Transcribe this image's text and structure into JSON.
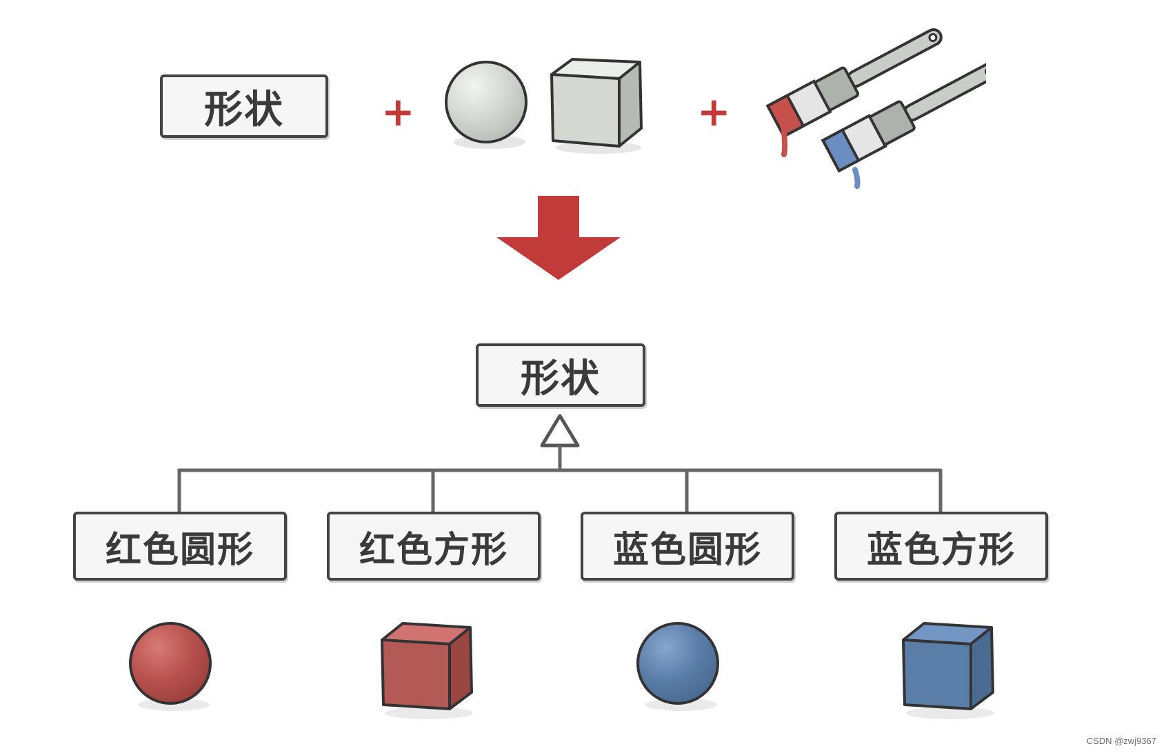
{
  "top": {
    "shape_label": "形状",
    "plus1": "+",
    "plus2": "+"
  },
  "hierarchy": {
    "parent_label": "形状",
    "children": [
      "红色圆形",
      "红色方形",
      "蓝色圆形",
      "蓝色方形"
    ]
  },
  "colors": {
    "red": "#b8524f",
    "blue": "#5b7ea8",
    "gray": "#c9cdc8",
    "arrow_red": "#c23b3b",
    "outline": "#444444"
  },
  "watermark": "CSDN @zwj9367"
}
